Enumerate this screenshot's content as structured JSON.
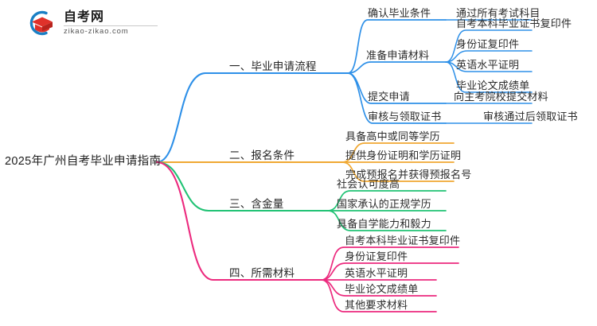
{
  "logo": {
    "title": "自考网",
    "domain": "zikao-zikao.com",
    "mark_name": "graduation-cap-logo",
    "colors": {
      "arc": "#1a7fc4",
      "cap": "#e0312a",
      "cap_dark": "#b8231d"
    }
  },
  "mindmap": {
    "root": {
      "label": "2025年广州自考毕业申请指南"
    },
    "colors": {
      "branch1": "#2e90e8",
      "branch2": "#f0a832",
      "branch3": "#20c274",
      "branch4": "#ec2a7e"
    },
    "branches": [
      {
        "label": "一、毕业申请流程",
        "color": "#2e90e8",
        "children": [
          {
            "label": "确认毕业条件",
            "children": [
              {
                "label": "通过所有考试科目"
              }
            ]
          },
          {
            "label": "准备申请材料",
            "children": [
              {
                "label": "自考本科毕业证书复印件"
              },
              {
                "label": "身份证复印件"
              },
              {
                "label": "英语水平证明"
              },
              {
                "label": "毕业论文成绩单"
              }
            ]
          },
          {
            "label": "提交申请",
            "children": [
              {
                "label": "向主考院校提交材料"
              }
            ]
          },
          {
            "label": "审核与领取证书",
            "children": [
              {
                "label": "审核通过后领取证书"
              }
            ]
          }
        ]
      },
      {
        "label": "二、报名条件",
        "color": "#f0a832",
        "children": [
          {
            "label": "具备高中或同等学历",
            "children": []
          },
          {
            "label": "提供身份证明和学历证明",
            "children": []
          },
          {
            "label": "完成预报名并获得预报名号",
            "children": []
          }
        ]
      },
      {
        "label": "三、含金量",
        "color": "#20c274",
        "children": [
          {
            "label": "社会认可度高",
            "children": []
          },
          {
            "label": "国家承认的正规学历",
            "children": []
          },
          {
            "label": "具备自学能力和毅力",
            "children": []
          }
        ]
      },
      {
        "label": "四、所需材料",
        "color": "#ec2a7e",
        "children": [
          {
            "label": "自考本科毕业证书复印件",
            "children": []
          },
          {
            "label": "身份证复印件",
            "children": []
          },
          {
            "label": "英语水平证明",
            "children": []
          },
          {
            "label": "毕业论文成绩单",
            "children": []
          },
          {
            "label": "其他要求材料",
            "children": []
          }
        ]
      }
    ]
  }
}
